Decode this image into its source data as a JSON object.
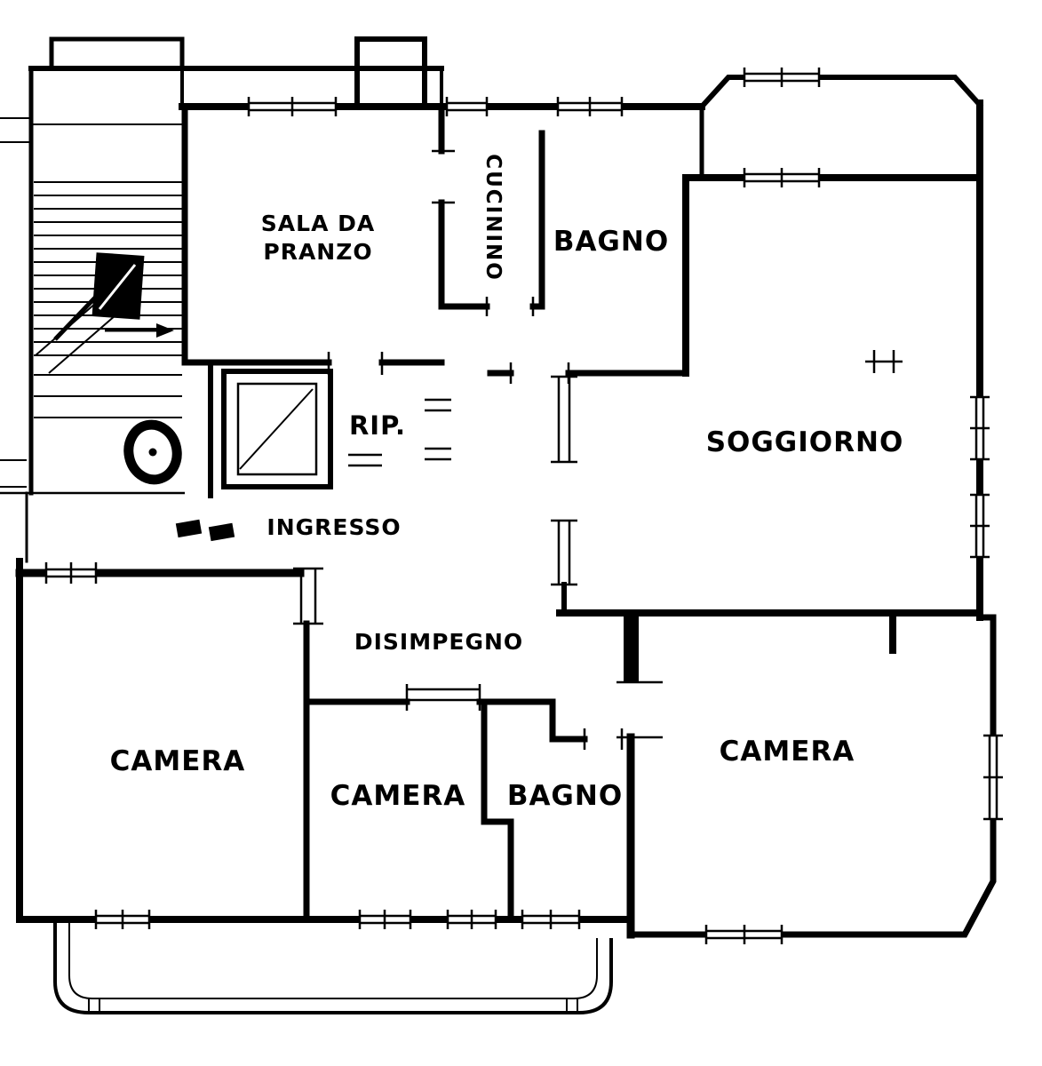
{
  "colors": {
    "ink": "#000000",
    "paper": "#ffffff"
  },
  "rooms": {
    "sala_line1": "SALA DA",
    "sala_line2": "PRANZO",
    "cucinino": "CUCININO",
    "bagno_top": "BAGNO",
    "soggiorno": "SOGGIORNO",
    "rip": "RIP.",
    "ingresso": "INGRESSO",
    "disimpegno": "DISIMPEGNO",
    "camera_left": "CAMERA",
    "camera_center": "CAMERA",
    "bagno_bottom": "BAGNO",
    "camera_right": "CAMERA"
  }
}
